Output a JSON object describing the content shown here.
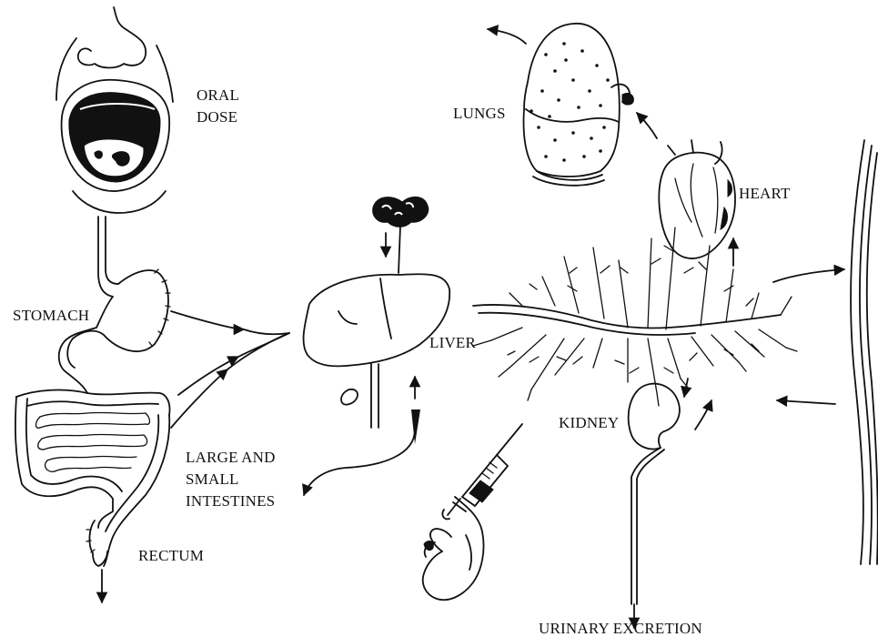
{
  "labels": {
    "oral_dose_line1": "ORAL",
    "oral_dose_line2": "DOSE",
    "stomach": "STOMACH",
    "intestines_line1": "LARGE AND",
    "intestines_line2": "SMALL",
    "intestines_line3": "INTESTINES",
    "rectum": "RECTUM",
    "liver": "LIVER",
    "lungs": "LUNGS",
    "heart": "HEART",
    "kidney": "KIDNEY",
    "urinary_excretion": "URINARY EXCRETION"
  },
  "icons": {
    "mouth": "open-mouth-icon",
    "syringe": "syringe-injection-icon",
    "arrow": "flow-arrow-icon"
  },
  "colors": {
    "ink": "#111111",
    "background": "#ffffff"
  }
}
